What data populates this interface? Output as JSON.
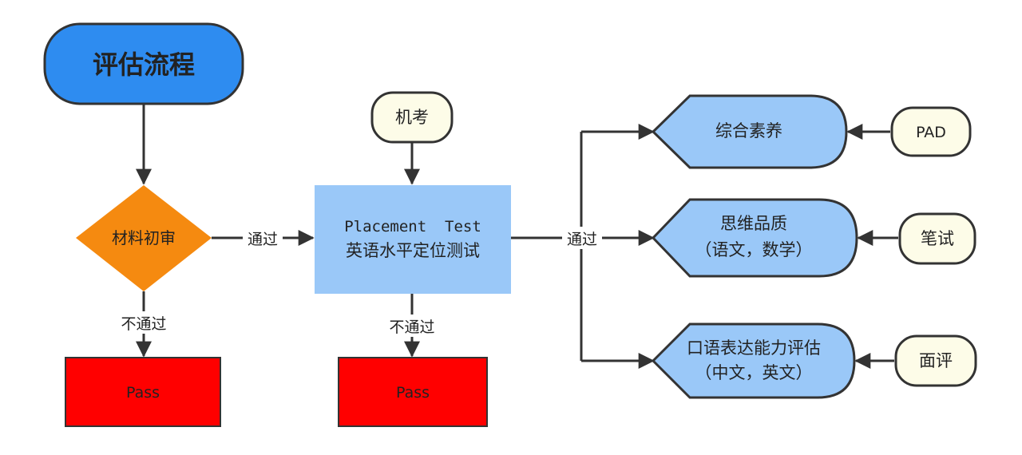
{
  "diagram": {
    "start": {
      "label": "评估流程"
    },
    "review": {
      "label": "材料初审"
    },
    "placement": {
      "line1": "Placement  Test",
      "line2": "英语水平定位测试"
    },
    "computer_exam": {
      "label": "机考"
    },
    "pass_left": {
      "label": "Pass"
    },
    "pass_middle": {
      "label": "Pass"
    },
    "edges": {
      "pass_label_1": "通过",
      "pass_label_2": "通过",
      "fail_label_1": "不通过",
      "fail_label_2": "不通过"
    },
    "outcomes": [
      {
        "line1": "综合素养",
        "line2": "",
        "method": "PAD"
      },
      {
        "line1": "思维品质",
        "line2": "（语文，数学）",
        "method": "笔试"
      },
      {
        "line1": "口语表达能力评估",
        "line2": "（中文，英文）",
        "method": "面评"
      }
    ],
    "colors": {
      "start_fill": "#2e8cf0",
      "review_fill": "#f58a10",
      "placement_fill": "#9ac8f8",
      "outcome_fill": "#9ac8f8",
      "pass_fill": "#ff0000",
      "method_fill": "#fdfce8",
      "stroke": "#333333"
    }
  }
}
